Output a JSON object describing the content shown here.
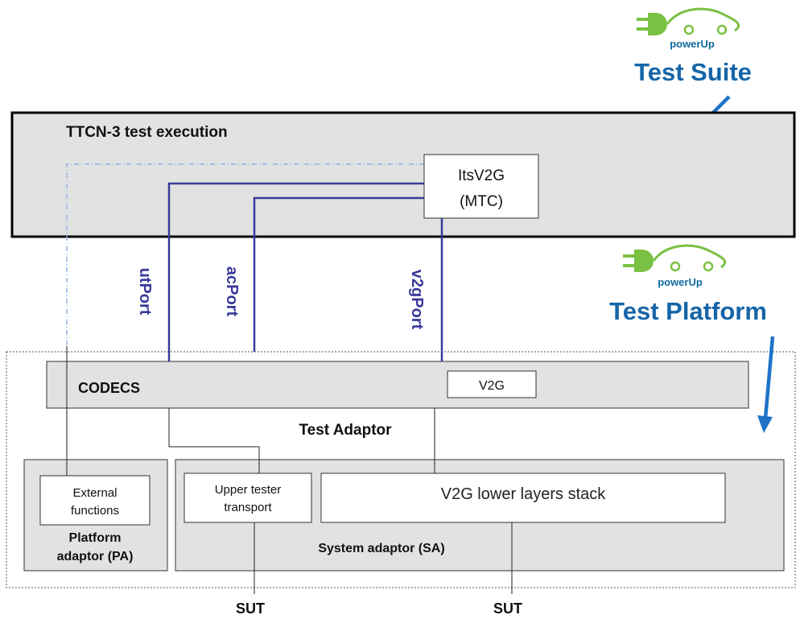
{
  "branding": {
    "suite": {
      "logo_text": "powerUp",
      "title": "Test Suite"
    },
    "platform": {
      "logo_text": "powerUp",
      "title": "Test Platform"
    },
    "colors": {
      "logo_green": "#7ac143",
      "logo_text_blue": "#0f6a9e",
      "title_blue": "#1565a8",
      "arrow_blue": "#1e73c8"
    }
  },
  "execution": {
    "title": "TTCN-3 test execution",
    "mtc_line1": "ItsV2G",
    "mtc_line2": "(MTC)"
  },
  "ports": {
    "ut": "utPort",
    "ac": "acPort",
    "v2g": "v2gPort",
    "color": "#3a3a9a"
  },
  "codecs": {
    "title": "CODECS",
    "v2g": "V2G"
  },
  "adaptor": {
    "title": "Test Adaptor"
  },
  "platform_adaptor": {
    "external_line1": "External",
    "external_line2": "functions",
    "label_line1": "Platform",
    "label_line2": "adaptor (PA)"
  },
  "system_adaptor": {
    "upper_line1": "Upper tester",
    "upper_line2": "transport",
    "lower_stack": "V2G lower layers stack",
    "label": "System adaptor (SA)"
  },
  "sut": {
    "left": "SUT",
    "right": "SUT"
  }
}
